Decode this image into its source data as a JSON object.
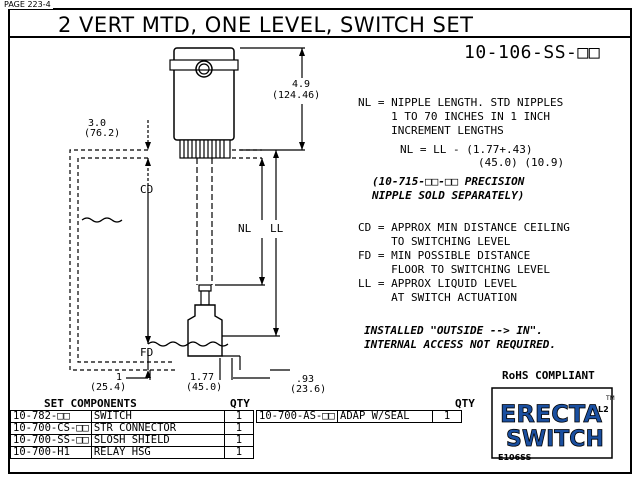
{
  "page_tag": "PAGE 223-4",
  "title": "2 VERT MTD, ONE LEVEL, SWITCH SET",
  "part_number": "10-106-SS-□□",
  "notes": {
    "nl_def_1": "NL = NIPPLE LENGTH. STD NIPPLES",
    "nl_def_2": "     1 TO 70 INCHES IN 1 INCH",
    "nl_def_3": "     INCREMENT LENGTHS",
    "nl_formula": "NL = LL - (1.77+.43)",
    "nl_formula_mm": "(45.0) (10.9)",
    "precision_1": "(10-715-□□-□□ PRECISION",
    "precision_2": "NIPPLE SOLD SEPARATELY)",
    "cd_1": "CD = APPROX MIN DISTANCE CEILING",
    "cd_2": "     TO SWITCHING LEVEL",
    "fd_1": "FD = MIN POSSIBLE DISTANCE",
    "fd_2": "     FLOOR TO SWITCHING LEVEL",
    "ll_1": "LL = APPROX LIQUID LEVEL",
    "ll_2": "     AT SWITCH ACTUATION",
    "installed_1": "INSTALLED \"OUTSIDE --> IN\".",
    "installed_2": "INTERNAL ACCESS NOT REQUIRED."
  },
  "dimensions": {
    "top_in": "4.9",
    "top_mm": "(124.46)",
    "left_in": "3.0",
    "left_mm": "(76.2)",
    "cd": "CD",
    "nl": "NL",
    "ll": "LL",
    "fd": "FD",
    "bottom_left_in": "1",
    "bottom_left_mm": "(25.4)",
    "bottom_mid_in": "1.77",
    "bottom_mid_mm": "(45.0)",
    "bottom_right_in": ".93",
    "bottom_right_mm": "(23.6)"
  },
  "bom": {
    "header": "SET COMPONENTS",
    "qty_header": "QTY",
    "rows": [
      {
        "part": "10-782-□□",
        "desc": "SWITCH",
        "qty": "1"
      },
      {
        "part": "10-700-CS-□□",
        "desc": "STR CONNECTOR",
        "qty": "1"
      },
      {
        "part": "10-700-SS-□□",
        "desc": "SLOSH SHIELD",
        "qty": "1"
      },
      {
        "part": "10-700-H1",
        "desc": "RELAY HSG",
        "qty": "1"
      }
    ],
    "qty_header_2": "QTY",
    "extra_row": {
      "part": "10-700-AS-□□",
      "desc": "ADAP W/SEAL",
      "qty": "1"
    }
  },
  "rohs": "RoHS COMPLIANT",
  "logo": {
    "line1": "ERECTA",
    "line2": "SWITCH",
    "tm": "TM",
    "l2": "L2",
    "code": "E106SS"
  }
}
